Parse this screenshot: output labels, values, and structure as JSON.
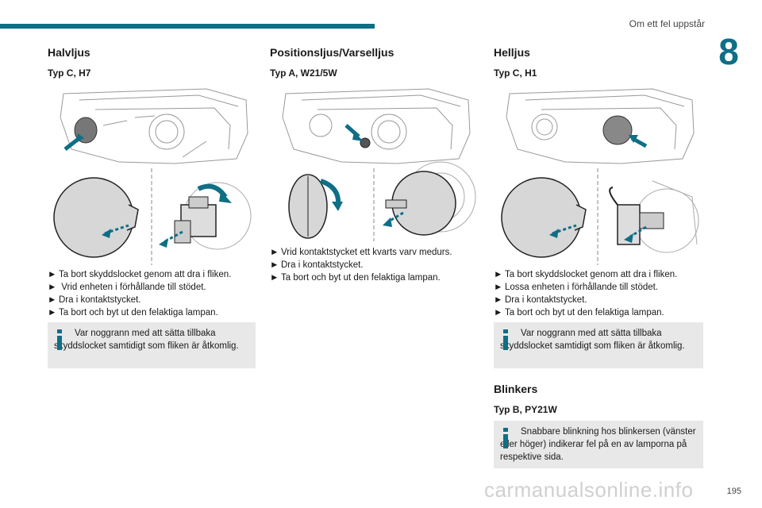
{
  "header": {
    "title": "Om ett fel uppstår",
    "chapter": "8"
  },
  "colors": {
    "accent": "#0e6f86",
    "note_bg": "#e8e8e8"
  },
  "sections": [
    {
      "title": "Halvljus",
      "subtitle": "Typ C, H7",
      "steps": [
        {
          "marker": "►",
          "text": "Ta bort skyddslocket genom att dra i fliken."
        },
        {
          "marker": "►",
          "text": " Vrid enheten i förhållande till stödet."
        },
        {
          "marker": "►",
          "text": "Dra i kontaktstycket."
        },
        {
          "marker": "►",
          "text": "Ta bort och byt ut den felaktiga lampan."
        }
      ],
      "note": "Var noggrann med att sätta tillbaka skyddslocket samtidigt som fliken är åtkomlig."
    },
    {
      "title": "Positionsljus/Varselljus",
      "subtitle": "Typ A, W21/5W",
      "steps": [
        {
          "marker": "►",
          "text": "Vrid kontaktstycket ett kvarts varv medurs."
        },
        {
          "marker": "►",
          "text": "Dra i kontaktstycket."
        },
        {
          "marker": "►",
          "text": "Ta bort och byt ut den felaktiga lampan."
        }
      ]
    },
    {
      "title": "Helljus",
      "subtitle": "Typ C, H1",
      "steps": [
        {
          "marker": "►",
          "text": "Ta bort skyddslocket genom att dra i fliken."
        },
        {
          "marker": "►",
          "text": "Lossa enheten i förhållande till stödet."
        },
        {
          "marker": "►",
          "text": "Dra i kontaktstycket."
        },
        {
          "marker": "►",
          "text": "Ta bort och byt ut den felaktiga lampan."
        }
      ],
      "note": "Var noggrann med att sätta tillbaka skyddslocket samtidigt som fliken är åtkomlig."
    },
    {
      "title": "Blinkers",
      "subtitle": "Typ B, PY21W",
      "note": "Snabbare blinkning hos blinkersen (vänster eller höger) indikerar fel på en av lamporna på respektive sida."
    }
  ],
  "footer": {
    "page_number": "195",
    "watermark": "carmanualsonline.info"
  }
}
